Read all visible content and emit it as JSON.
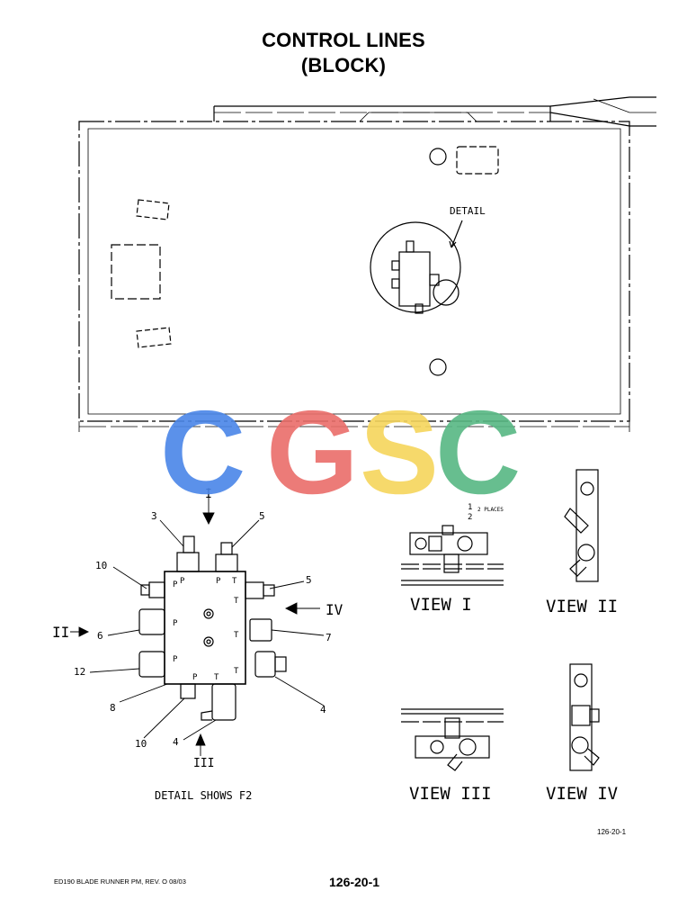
{
  "title": {
    "line1": "CONTROL LINES",
    "line2": "(BLOCK)"
  },
  "detail_label": "DETAIL",
  "watermark": {
    "text": "CGSC",
    "letters": [
      "C",
      "G",
      "S",
      "C"
    ],
    "colors": [
      "#4a86e8",
      "#ea6d6a",
      "#f6d55c",
      "#57b883"
    ]
  },
  "views": {
    "view1": "VIEW I",
    "view2": "VIEW II",
    "view3": "VIEW III",
    "view4": "VIEW IV",
    "view1_note_num1": "1",
    "view1_note_num2": "2",
    "view1_note": "2 PLACES"
  },
  "detail_caption": "DETAIL SHOWS F2",
  "arrows": {
    "top": "I",
    "left": "II",
    "bottom": "III",
    "right": "IV"
  },
  "callouts": [
    "3",
    "5",
    "10",
    "5",
    "6",
    "7",
    "12",
    "8",
    "4",
    "10",
    "4"
  ],
  "port_letters": {
    "p": "P",
    "t": "T"
  },
  "figure_ref": "126-20-1",
  "footer": {
    "left": "ED190 BLADE RUNNER PM, REV. O  08/03",
    "page": "126-20-1"
  }
}
